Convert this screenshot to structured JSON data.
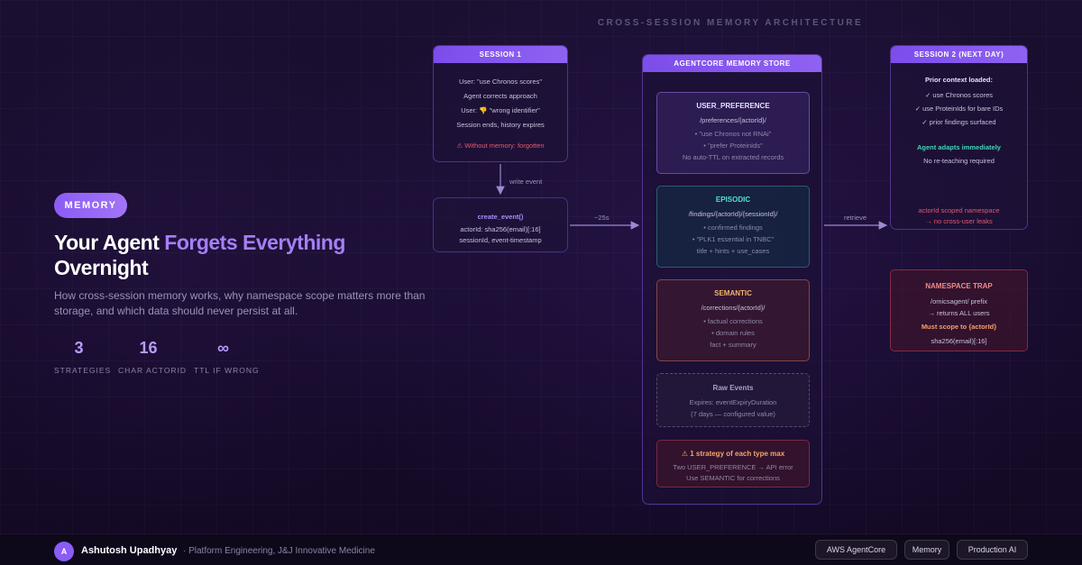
{
  "badge": "MEMORY",
  "headline": {
    "part1": "Your Agent ",
    "accent": "Forgets Everything",
    "part2": "Overnight"
  },
  "lede": "How cross-session memory works, why namespace scope matters more than storage, and which data should never persist at all.",
  "stats": [
    {
      "value": "3",
      "label": "STRATEGIES"
    },
    {
      "value": "16",
      "label": "CHAR ACTORID"
    },
    {
      "value": "∞",
      "label": "TTL IF WRONG"
    }
  ],
  "diagram": {
    "title": "CROSS-SESSION MEMORY ARCHITECTURE",
    "session1": {
      "header": "SESSION 1",
      "lines": [
        "User: \"use Chronos scores\"",
        "Agent corrects approach",
        "User: 👎 \"wrong identifier\"",
        "Session ends, history expires"
      ],
      "warning": "⚠ Without memory: forgotten"
    },
    "arrow_write": "write event",
    "create_event": {
      "title": "create_event()",
      "line1": "actorId: sha256(email)[:16]",
      "line2": "sessionId, event-timestamp"
    },
    "arrow_store": "~25s",
    "store": {
      "header": "AGENTCORE MEMORY STORE",
      "user_preference": {
        "title": "USER_PREFERENCE",
        "path": "/preferences/{actorId}/",
        "items": [
          "• \"use Chronos not RNAi\"",
          "• \"prefer ProteinIds\""
        ],
        "note": "No auto-TTL on extracted records"
      },
      "episodic": {
        "title": "EPISODIC",
        "path": "/findings/{actorId}/{sessionId}/",
        "items": [
          "• confirmed findings",
          "• \"PLK1 essential in TNBC\""
        ],
        "note": "title + hints + use_cases"
      },
      "semantic": {
        "title": "SEMANTIC",
        "path": "/corrections/{actorId}/",
        "items": [
          "• factual corrections",
          "• domain rules"
        ],
        "note": "fact + summary"
      },
      "raw_events": {
        "title": "Raw Events",
        "line1": "Expires: eventExpiryDuration",
        "line2": "(7 days — configured value)"
      },
      "limit": {
        "title": "⚠ 1 strategy of each type max",
        "line1": "Two USER_PREFERENCE → API error",
        "line2": "Use SEMANTIC for corrections"
      }
    },
    "arrow_retrieve": "retrieve",
    "session2": {
      "header": "SESSION 2 (NEXT DAY)",
      "subtitle": "Prior context loaded:",
      "checks": [
        "✓ use Chronos scores",
        "✓ use ProteinIds for bare IDs",
        "✓ prior findings surfaced"
      ],
      "adapts": "Agent adapts immediately",
      "no_reteach": "No re-teaching required",
      "scoped": "actorId scoped namespace",
      "no_leaks": "→ no cross-user leaks"
    },
    "namespace_trap": {
      "title": "NAMESPACE TRAP",
      "line1": "/omicsagent/ prefix",
      "line2": "→ returns ALL users",
      "scope": "Must scope to {actorId}",
      "line3": "sha256(email)[:16]"
    }
  },
  "footer": {
    "avatar_initial": "A",
    "author": "Ashutosh Upadhyay",
    "affiliation": "· Platform Engineering, J&J Innovative Medicine",
    "tags": [
      "AWS AgentCore",
      "Memory",
      "Production AI"
    ]
  },
  "colors": {
    "accent": "#8b5cf6",
    "episodic": "#55e0cf",
    "semantic": "#f4b06f",
    "warning": "#e05a6d"
  }
}
